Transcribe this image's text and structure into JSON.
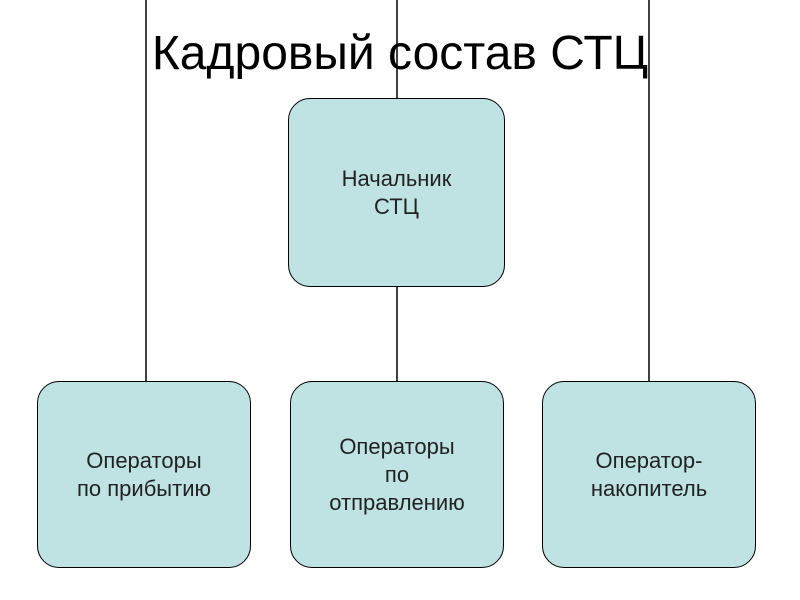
{
  "title": "Кадровый состав СТЦ",
  "colors": {
    "box_fill": "#bfe3e3",
    "line": "#000000",
    "text": "#222222"
  },
  "nodes": {
    "head": "Начальник\nСТЦ",
    "arrival": "Операторы\nпо прибытию",
    "departure": "Операторы\nпо\nотправлению",
    "accumulator": "Оператор-\nнакопитель"
  }
}
